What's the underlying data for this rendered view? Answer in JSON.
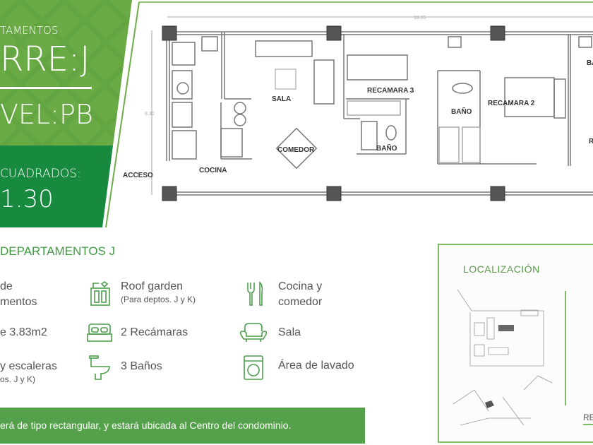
{
  "hero": {
    "line1": "TAMENTOS",
    "tower": "RRE:J",
    "level": "VEL:PB",
    "area_label": "CUADRADOS:",
    "area_value": "1.30"
  },
  "plan": {
    "dim_width": "18.35",
    "dim_height": "8.30",
    "rooms": {
      "acceso": "ACCESO",
      "cocina": "COCINA",
      "sala": "SALA",
      "comedor": "COMEDOR",
      "recamara3": "RECAMARA 3",
      "bano1": "BAÑO",
      "bano2": "BAÑO",
      "recamara2": "RECAMARA 2",
      "bano3_partial": "BA",
      "recamara1_partial": "R"
    }
  },
  "features": {
    "title": "DEPARTAMENTOS J",
    "col1": [
      {
        "line1": "de",
        "line2": "mentos"
      },
      {
        "line1": "e 3.83m2"
      },
      {
        "line1": "y escaleras",
        "note": "os. J y K)"
      }
    ],
    "col2": [
      {
        "icon": "building-garden-icon",
        "line1": "Roof garden",
        "note": "(Para deptos. J y K)"
      },
      {
        "icon": "bed-icon",
        "line1": "2 Recámaras"
      },
      {
        "icon": "toilet-icon",
        "line1": "3 Baños"
      }
    ],
    "col3": [
      {
        "icon": "fork-knife-icon",
        "line1": "Cocina y",
        "line2": "comedor"
      },
      {
        "icon": "sofa-icon",
        "line1": "Sala"
      },
      {
        "icon": "washing-machine-icon",
        "line1": "Área de lavado"
      }
    ],
    "banner": "erá de tipo rectangular, y estará ubicada al Centro del condominio."
  },
  "location": {
    "title": "LOCALIZACIÓN",
    "side_label_partial": "RES"
  },
  "colors": {
    "green": "#55a04a",
    "dark_green": "#1a8a3e",
    "light_green": "#6cae4a",
    "text_green": "#3f9a3f"
  }
}
